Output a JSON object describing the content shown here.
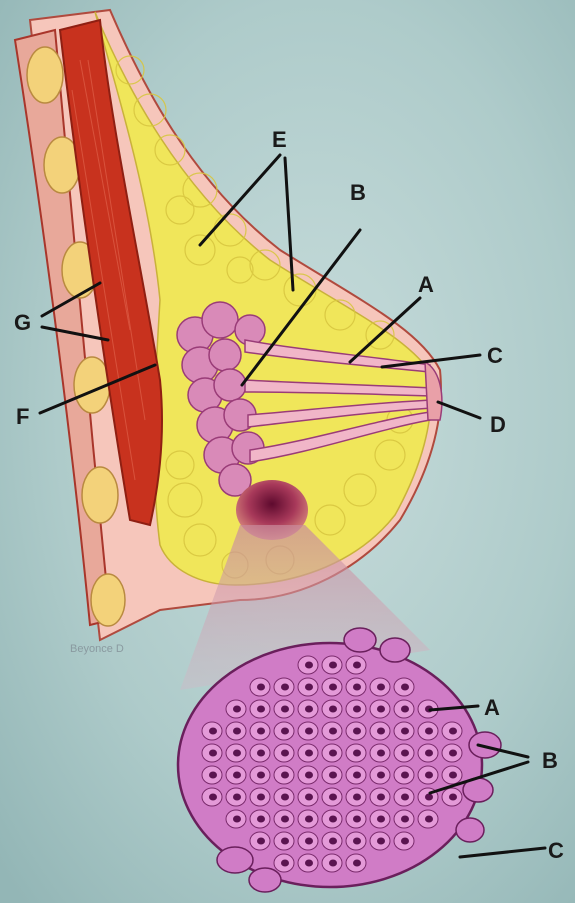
{
  "labels": {
    "E": "E",
    "B_top": "B",
    "A_top": "A",
    "C_top": "C",
    "D": "D",
    "G": "G",
    "F": "F",
    "A_bottom": "A",
    "B_bottom": "B",
    "C_bottom": "C"
  },
  "signature": "Beyonce D",
  "colors": {
    "background": "#a9c9c8",
    "fat": "#f2e85a",
    "muscle": "#c8321e",
    "gland": "#d98ab8",
    "cells": "#d07cc6",
    "tumor": "#7a1040"
  }
}
